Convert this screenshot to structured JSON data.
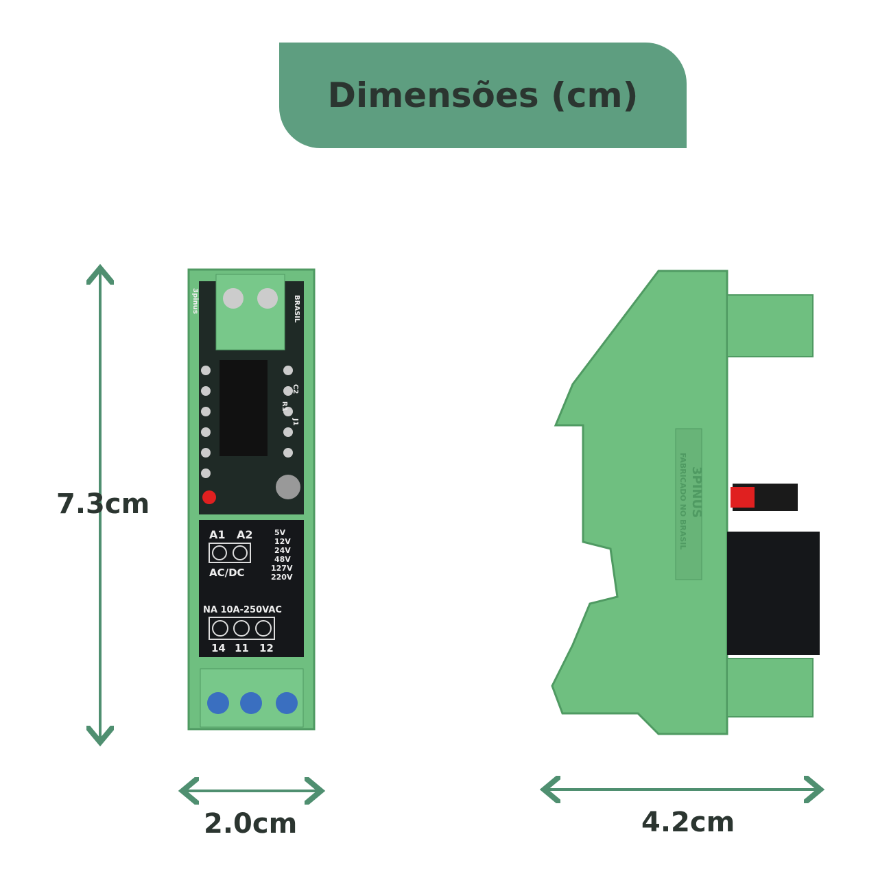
{
  "title": "Dimensões (cm)",
  "dimensions": {
    "height": "7.3cm",
    "width_front": "2.0cm",
    "depth_side": "4.2cm"
  },
  "relay_front": {
    "coil_terminals": [
      "A1",
      "A2"
    ],
    "coil_type": "AC/DC",
    "voltages": [
      "5V",
      "12V",
      "24V",
      "48V",
      "127V",
      "220V"
    ],
    "contact_rating": "NA 10A-250VAC",
    "contact_terminals": [
      "14",
      "11",
      "12"
    ],
    "pcb_labels": [
      "3pinus",
      "BRASIL",
      "C2",
      "R1",
      "J1"
    ]
  },
  "relay_side": {
    "brand": "3PINUS",
    "made_in": "FABRICADO NO BRASIL"
  },
  "colors": {
    "banner": "#5e9e80",
    "text": "#2b3530",
    "arrow": "#4f8f70",
    "housing": "#6fbf80",
    "pcb": "#1c1f22"
  }
}
